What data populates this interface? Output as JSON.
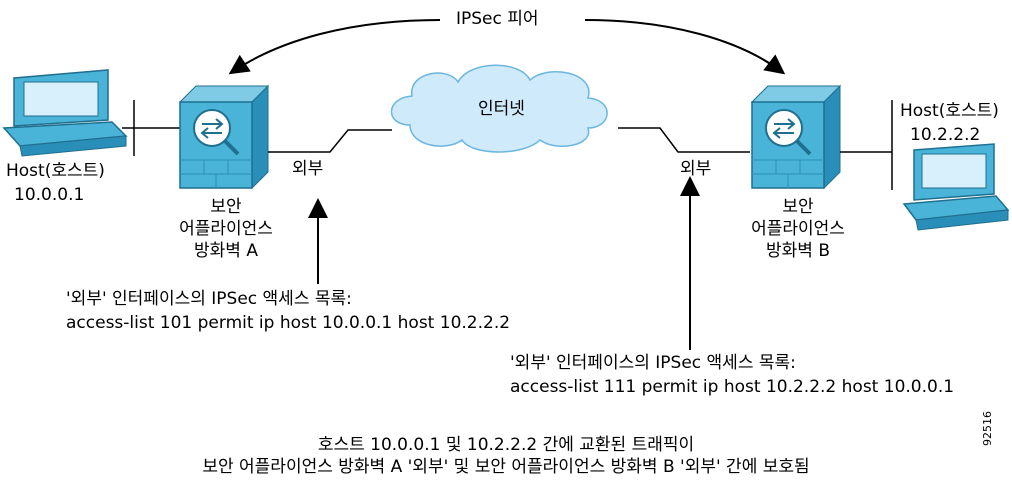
{
  "peer_label": "IPSec 피어",
  "internet_label": "인터넷",
  "host_a": {
    "name": "Host(호스트)",
    "ip": "10.0.0.1"
  },
  "host_b": {
    "name": "Host(호스트)",
    "ip": "10.2.2.2"
  },
  "firewall_a": {
    "line1": "보안",
    "line2": "어플라이언스",
    "line3": "방화벽 A"
  },
  "firewall_b": {
    "line1": "보안",
    "line2": "어플라이언스",
    "line3": "방화벽 B"
  },
  "outside_a": "외부",
  "outside_b": "외부",
  "acl_a": {
    "title": "'외부' 인터페이스의 IPSec 액세스 목록:",
    "rule": "access-list 101 permit ip host 10.0.0.1 host 10.2.2.2"
  },
  "acl_b": {
    "title": "'외부' 인터페이스의 IPSec 액세스 목록:",
    "rule": "access-list 111 permit ip host 10.2.2.2 host 10.0.0.1"
  },
  "caption": {
    "line1": "호스트 10.0.0.1 및 10.2.2.2 간에 교환된 트래픽이",
    "line2": "보안 어플라이언스 방화벽 A '외부' 및 보안 어플라이언스 방화벽 B '외부' 간에 보호됨"
  },
  "figure_id": "92516",
  "colors": {
    "device": "#4ab3d8",
    "device_dark": "#2a8fb8",
    "cloud": "#cfeafb",
    "cloud_stroke": "#6bb6e0"
  }
}
